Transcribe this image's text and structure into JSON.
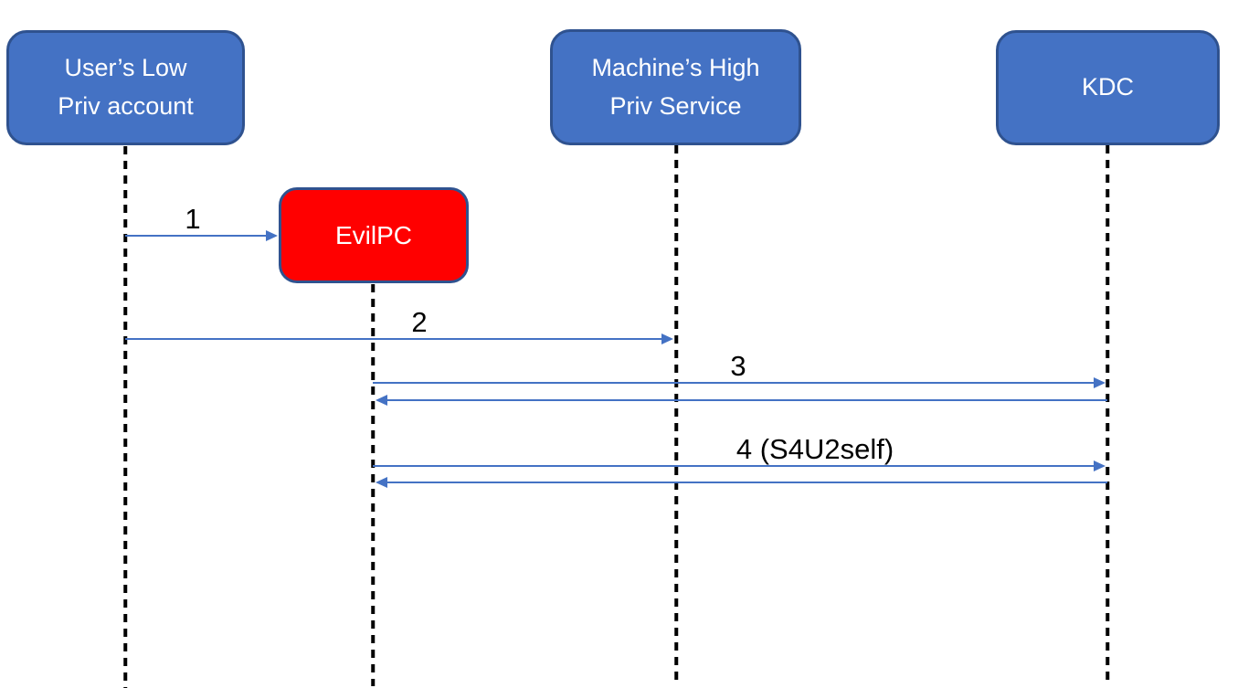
{
  "diagram": {
    "type": "sequence-diagram",
    "colors": {
      "actor_fill": "#4472C4",
      "actor_border": "#2F528F",
      "actor_text": "#FFFFFF",
      "evil_fill": "#FF0000",
      "arrow": "#4472C4",
      "lifeline": "#000000",
      "label_text": "#000000"
    },
    "actors": [
      {
        "id": "user",
        "line1": "User’s Low",
        "line2": "Priv account"
      },
      {
        "id": "machine",
        "line1": "Machine’s High",
        "line2": "Priv Service"
      },
      {
        "id": "kdc",
        "line1": "KDC",
        "line2": ""
      }
    ],
    "evil_node": {
      "label": "EvilPC"
    },
    "messages": [
      {
        "label": "1",
        "from": "User’s Low Priv account",
        "to": "EvilPC",
        "has_return": false
      },
      {
        "label": "2",
        "from": "User’s Low Priv account",
        "to": "Machine’s High Priv Service",
        "has_return": false
      },
      {
        "label": "3",
        "from": "EvilPC",
        "to": "KDC",
        "has_return": true
      },
      {
        "label": "4 (S4U2self)",
        "from": "EvilPC",
        "to": "KDC",
        "has_return": true
      }
    ]
  }
}
